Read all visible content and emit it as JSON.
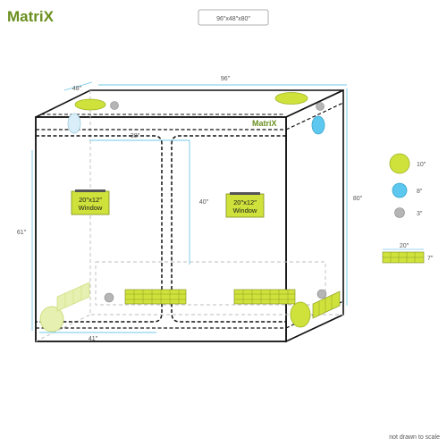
{
  "brand": {
    "logo": "MatriX",
    "inner_logo": "MatriX"
  },
  "title_box": "96″x48″x80″",
  "dimensions": {
    "width": "96″",
    "depth": "48″",
    "height": "80″",
    "door_width": "38″",
    "door_height": "40″",
    "side_height": "61″",
    "bottom_width": "41″"
  },
  "windows": {
    "left_size": "20″x12″",
    "left_label": "Window",
    "right_size": "20″x12″",
    "right_label": "Window"
  },
  "legend": {
    "port_large": "10″",
    "port_medium": "8″",
    "port_small": "3″",
    "vent_width": "20″",
    "vent_height": "7″"
  },
  "footnote": "not drawn to scale",
  "colors": {
    "lime": "#cfe23c",
    "lime_dark": "#9fb31f",
    "blue_port": "#5cc8f0",
    "gray_port": "#b5b5b5",
    "frame": "#111111",
    "dim_line": "#72c8e8",
    "logo_green": "#6a8f1e"
  }
}
